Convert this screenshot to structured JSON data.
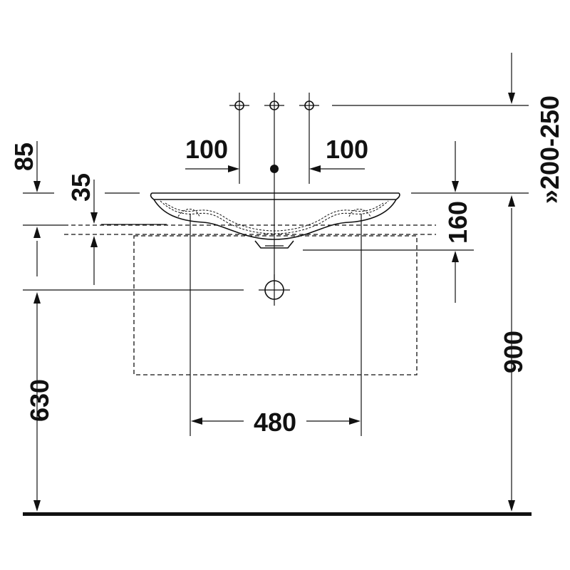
{
  "drawing": {
    "type": "washbasin-technical-elevation",
    "colors": {
      "line": "#111111",
      "background": "#ffffff"
    },
    "dimensions": {
      "tap_spacing_left": "100",
      "tap_spacing_right": "100",
      "tap_height": "»200-250",
      "offset_85": "85",
      "offset_35": "35",
      "basin_depth": "160",
      "floor_height_900": "900",
      "waste_height_630": "630",
      "bracket_spacing": "480"
    }
  }
}
